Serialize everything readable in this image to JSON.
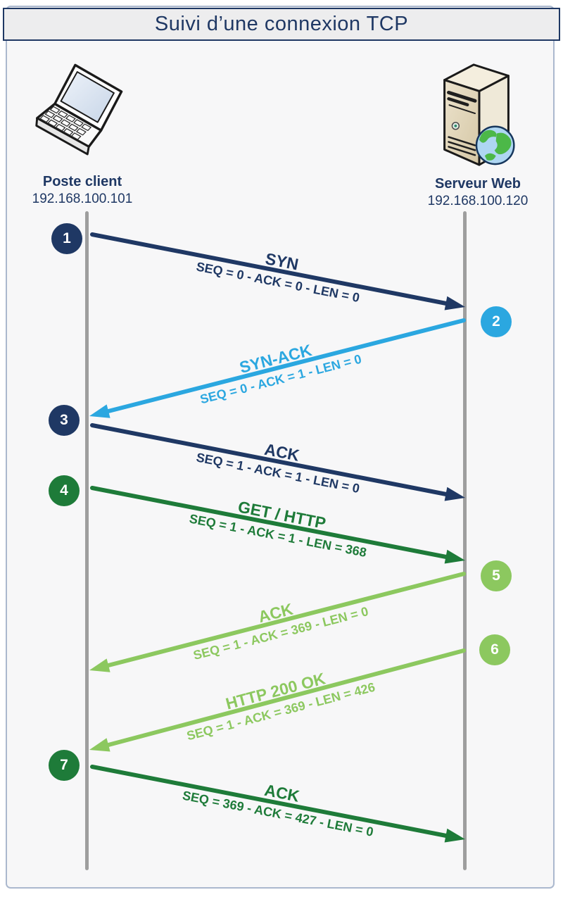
{
  "title": "Suivi d’une connexion TCP",
  "colors": {
    "navy": "#1F3864",
    "light_blue": "#2BA7E0",
    "dark_green": "#1E7B39",
    "light_green": "#8CC85F",
    "lifeline": "#9E9E9E",
    "frame_border": "#ABB8CE",
    "title_bg": "#EDEDEE",
    "canvas_bg": "#F7F7F8"
  },
  "actors": {
    "client": {
      "name": "Poste client",
      "ip": "192.168.100.101",
      "icon": "laptop-icon"
    },
    "server": {
      "name": "Serveur Web",
      "ip": "192.168.100.120",
      "icon": "server-globe-icon"
    }
  },
  "messages": [
    {
      "step": "1",
      "label": "SYN",
      "detail": "SEQ = 0 - ACK = 0 - LEN = 0",
      "direction": "client-to-server",
      "color": "#1F3864"
    },
    {
      "step": "2",
      "label": "SYN-ACK",
      "detail": "SEQ = 0 - ACK = 1 - LEN = 0",
      "direction": "server-to-client",
      "color": "#2BA7E0"
    },
    {
      "step": "3",
      "label": "ACK",
      "detail": "SEQ = 1 - ACK = 1 - LEN = 0",
      "direction": "client-to-server",
      "color": "#1F3864"
    },
    {
      "step": "4",
      "label": "GET / HTTP",
      "detail": "SEQ = 1 - ACK = 1 - LEN = 368",
      "direction": "client-to-server",
      "color": "#1E7B39"
    },
    {
      "step": "5",
      "label": "ACK",
      "detail": "SEQ = 1 - ACK = 369 - LEN = 0",
      "direction": "server-to-client",
      "color": "#8CC85F"
    },
    {
      "step": "6",
      "label": "HTTP 200 OK",
      "detail": "SEQ = 1 - ACK = 369 - LEN = 426",
      "direction": "server-to-client",
      "color": "#8CC85F"
    },
    {
      "step": "7",
      "label": "ACK",
      "detail": "SEQ = 369 - ACK = 427 - LEN = 0",
      "direction": "client-to-server",
      "color": "#1E7B39"
    }
  ]
}
